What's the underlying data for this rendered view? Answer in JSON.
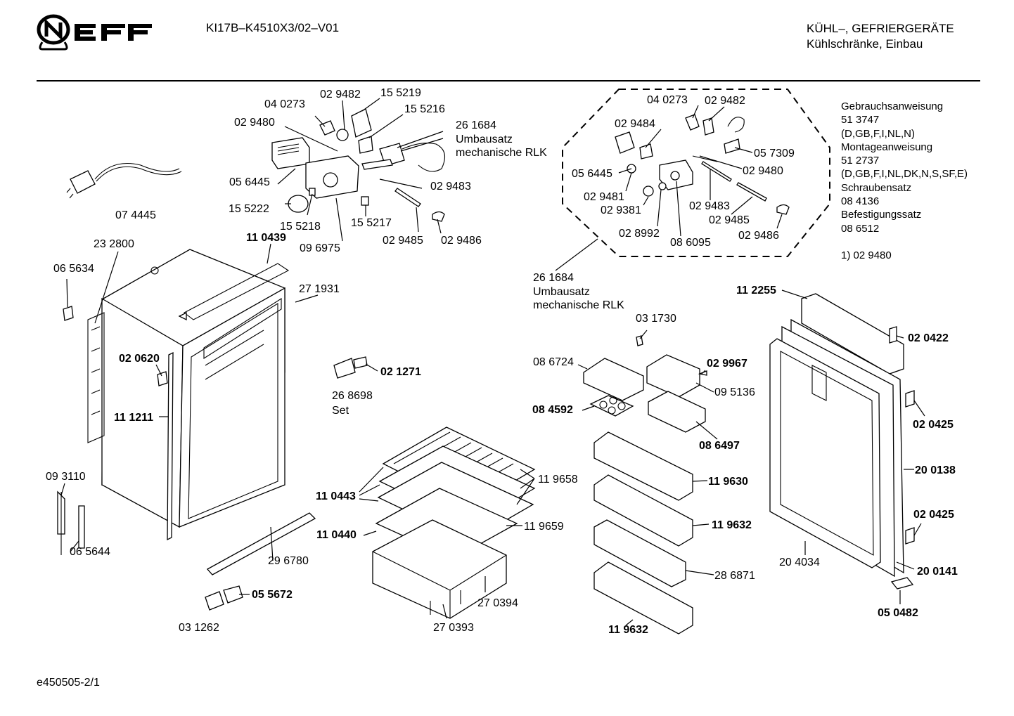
{
  "header": {
    "logo_text": "NEFF",
    "model": "KI17B–K4510X3/02–V01",
    "category_line1": "KÜHL–, GEFRIERGERÄTE",
    "category_line2": "Kühlschränke, Einbau"
  },
  "info_panel": [
    "Gebrauchsanweisung",
    "51 3747",
    "(D,GB,F,I,NL,N)",
    "Montageanweisung",
    "51 2737",
    "(D,GB,F,I,NL,DK,N,S,SF,E)",
    "Schraubensatz",
    "08 4136",
    "Befestigungssatz",
    "08 6512",
    "",
    "1)  02 9480"
  ],
  "labels": {
    "p040273a": "04 0273",
    "p029482a": "02 9482",
    "p155219": "15 5219",
    "p155216": "15 5216",
    "p029480a": "02 9480",
    "p261684a": "26 1684",
    "umbau1": "Umbausatz",
    "mrlk1": "mechanische RLK",
    "p056445a": "05 6445",
    "p029483a": "02 9483",
    "p155222": "15 5222",
    "p155218": "15 5218",
    "p155217": "15 5217",
    "p096975": "09 6975",
    "p029485a": "02 9485",
    "p029486a": "02 9486",
    "p074445": "07 4445",
    "p232800": "23 2800",
    "p110439": "11 0439",
    "p065634": "06 5634",
    "p271931": "27 1931",
    "p020620": "02 0620",
    "p111211": "11 1211",
    "p021271": "02 1271",
    "p268698": "26 8698",
    "set": "Set",
    "p093110": "09 3110",
    "p065644": "06 5644",
    "p296780": "29 6780",
    "p055672": "05 5672",
    "p031262": "03 1262",
    "p110443": "11 0443",
    "p119658": "11 9658",
    "p110440": "11 0440",
    "p119659": "11 9659",
    "p270394": "27 0394",
    "p270393": "27 0393",
    "p040273b": "04 0273",
    "p029482b": "02 9482",
    "p029484": "02 9484",
    "p057309": "05 7309",
    "p056445b": "05 6445",
    "p029480b": "02 9480",
    "p029481": "02 9481",
    "p029381": "02 9381",
    "p029483b": "02 9483",
    "p029485b": "02 9485",
    "p028992": "02 8992",
    "p086095": "08 6095",
    "p029486b": "02 9486",
    "p261684b": "26 1684",
    "umbau2": "Umbausatz",
    "mrlk2": "mechanische RLK",
    "p031730": "03 1730",
    "p086724": "08 6724",
    "p029967": "02 9967",
    "p095136": "09 5136",
    "p084592": "08 4592",
    "p086497": "08 6497",
    "p119630": "11 9630",
    "p119632a": "11 9632",
    "p286871": "28 6871",
    "p119632b": "11 9632",
    "p112255": "11 2255",
    "p020422": "02 0422",
    "p020425a": "02 0425",
    "p200138": "20 0138",
    "p020425b": "02 0425",
    "p204034": "20 4034",
    "p200141": "20 0141",
    "p050482": "05 0482"
  },
  "footer": "e450505-2/1"
}
